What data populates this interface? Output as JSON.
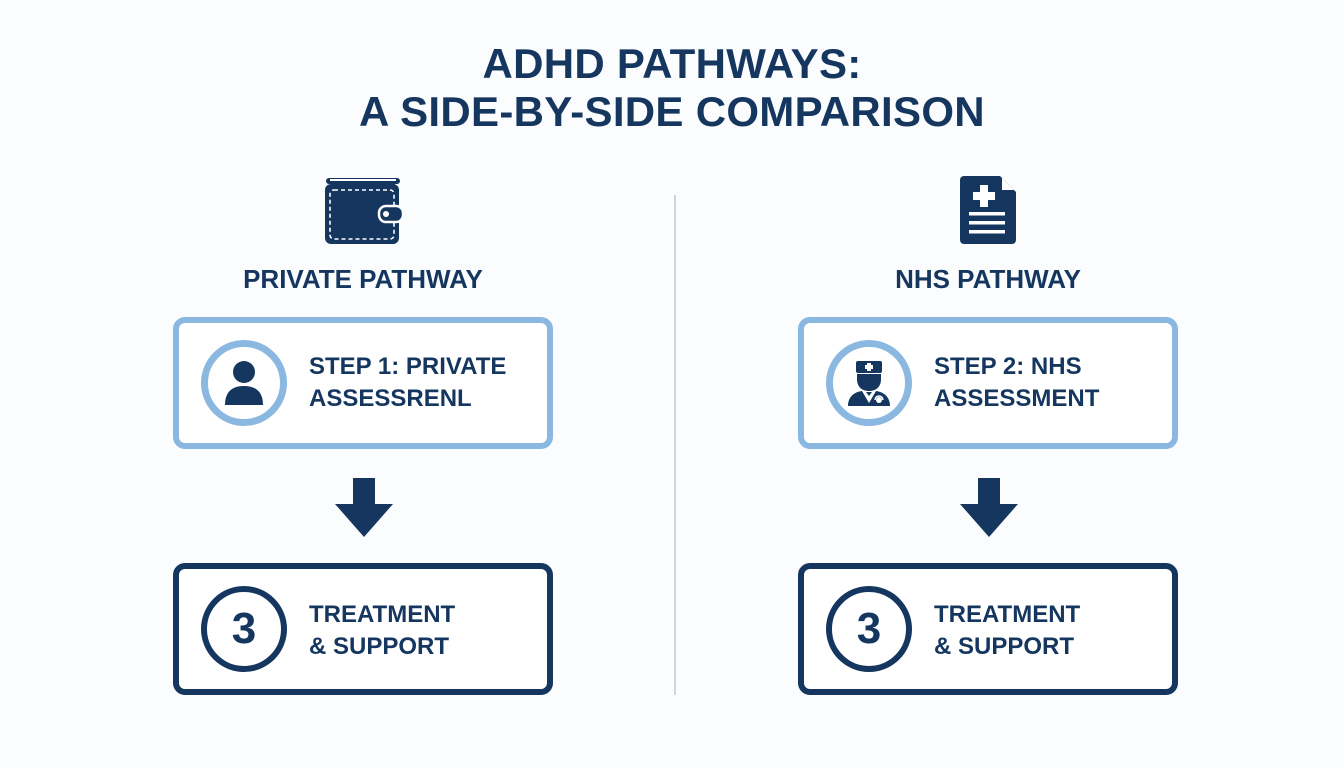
{
  "title": {
    "line1": "ADHD PATHWAYS:",
    "line2": "A SIDE-BY-SIDE COMPARISON"
  },
  "colors": {
    "primary": "#14365f",
    "accent_light": "#8ab8e0",
    "divider": "#d0d4d8",
    "background": "#fbfcfd"
  },
  "columns": [
    {
      "icon": "wallet-icon",
      "title": "PRIVATE PATHWAY",
      "step_card": {
        "icon": "person-icon",
        "line1": "STEP 1: PRIVATE",
        "line2": "ASSESSRENL"
      },
      "arrow": "arrow-down-icon",
      "final_card": {
        "number": "3",
        "line1": "TREATMENT",
        "line2": "& SUPPORT"
      }
    },
    {
      "icon": "medical-document-icon",
      "title": "NHS PATHWAY",
      "step_card": {
        "icon": "doctor-icon",
        "line1": "STEP 2: NHS",
        "line2": "ASSESSMENT"
      },
      "arrow": "arrow-down-icon",
      "final_card": {
        "number": "3",
        "line1": "TREATMENT",
        "line2": "& SUPPORT"
      }
    }
  ]
}
